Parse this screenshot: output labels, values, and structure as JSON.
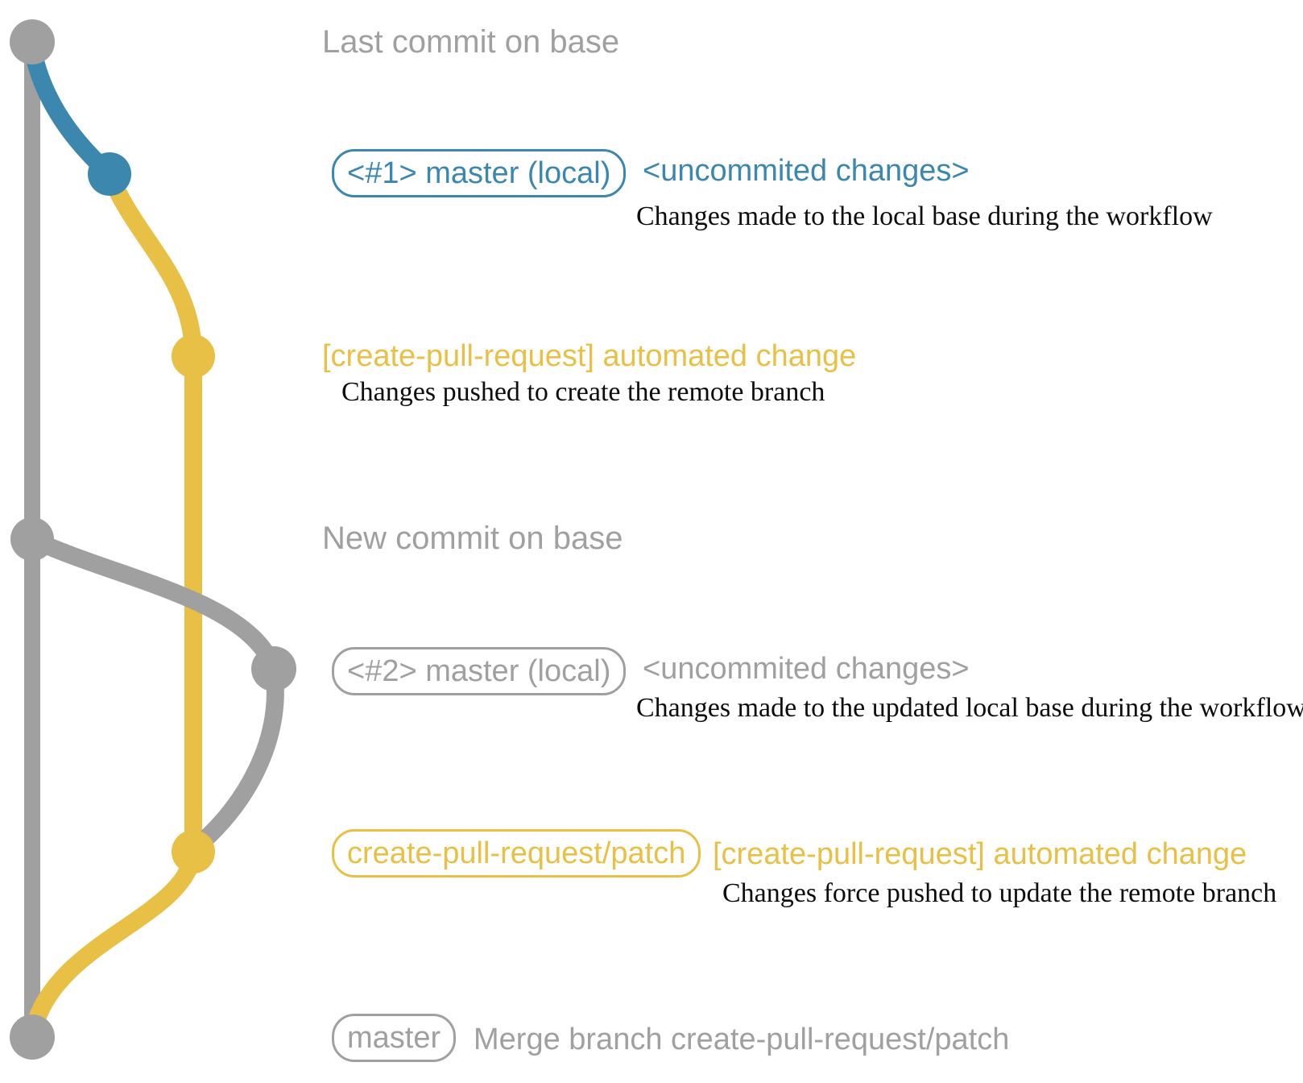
{
  "colors": {
    "branch_gray": "#a0a0a0",
    "branch_blue": "#3b87ad",
    "branch_yellow": "#e8c046",
    "description_text": "#0d0d0d",
    "background": "#ffffff"
  },
  "graph": {
    "base_branch_node_top": "last-commit-node",
    "base_branch_node_middle": "new-commit-node",
    "base_branch_node_bottom": "merge-commit-node",
    "blue_node": "local-master-1-commit-node",
    "yellow_node_top": "patch-branch-first-commit-node",
    "yellow_node_bottom": "patch-branch-updated-commit-node",
    "gray_offshoot_node": "local-master-2-commit-node"
  },
  "rows": {
    "last_commit": {
      "label": "Last commit on base"
    },
    "row1": {
      "badge": "<#1> master (local)",
      "annotation": "<uncommited changes>",
      "description": "Changes made to the local base during the workflow"
    },
    "cpr1": {
      "label": "[create-pull-request] automated change",
      "description": "Changes pushed to create the remote branch"
    },
    "new_commit": {
      "label": "New commit on base"
    },
    "row2": {
      "badge": "<#2> master (local)",
      "annotation": "<uncommited changes>",
      "description": "Changes made to the updated local base during the workflow"
    },
    "row3": {
      "badge": "create-pull-request/patch",
      "annotation": "[create-pull-request] automated change",
      "description": "Changes force pushed to update the remote branch"
    },
    "row4": {
      "badge": "master",
      "annotation": "Merge branch create-pull-request/patch"
    }
  }
}
